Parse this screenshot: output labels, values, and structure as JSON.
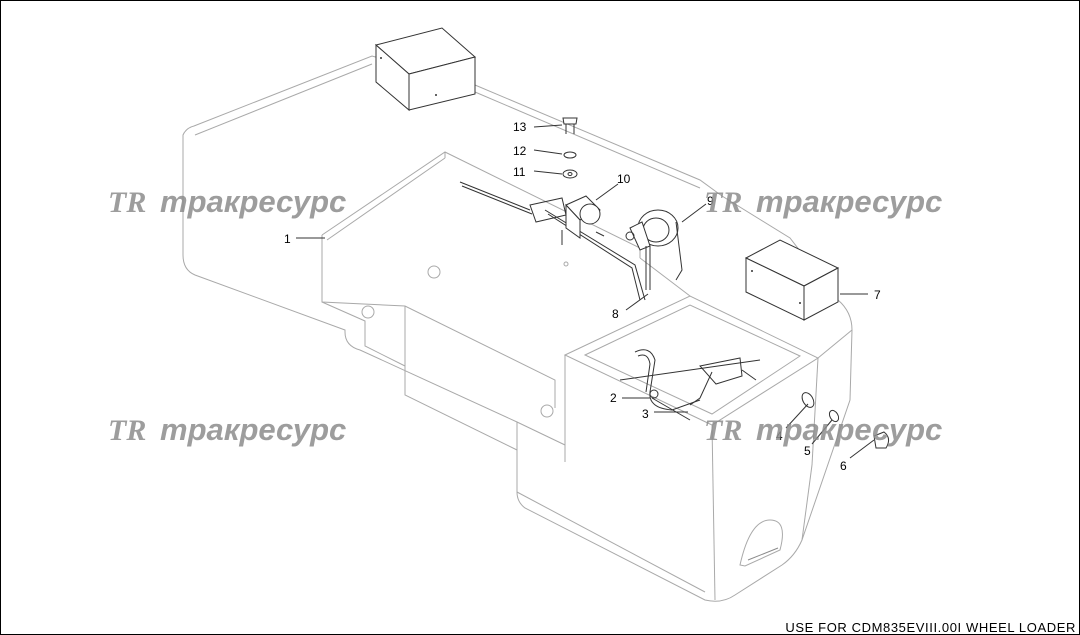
{
  "part_labels": {
    "p1": "1",
    "p2": "2",
    "p3": "3",
    "p4": "4",
    "p5": "5",
    "p6": "6",
    "p7": "7",
    "p8": "8",
    "p9": "9",
    "p10": "10",
    "p11": "11",
    "p12": "12",
    "p13": "13"
  },
  "watermark": {
    "logo": "TR",
    "text": "тракресурс"
  },
  "footer": "USE FOR CDM835EVIII.00I WHEEL LOADER"
}
